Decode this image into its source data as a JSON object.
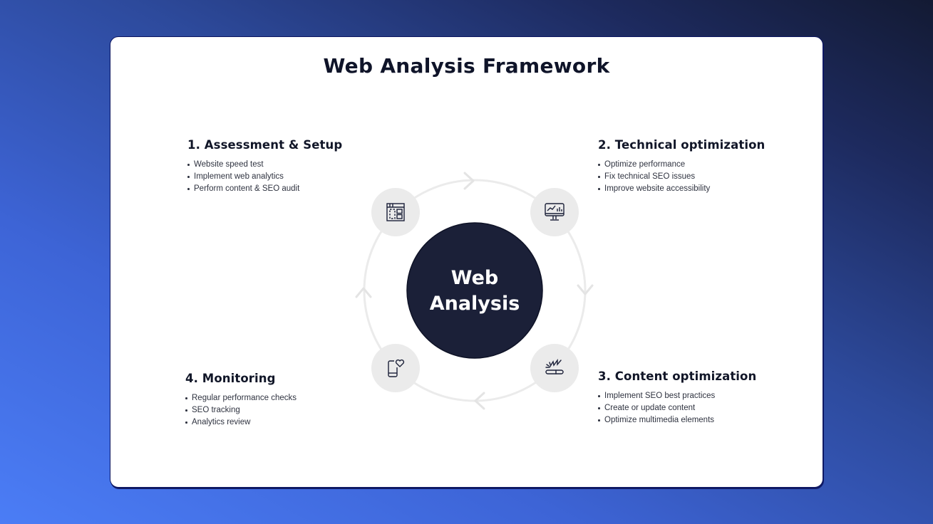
{
  "title": "Web Analysis Framework",
  "center": {
    "line1": "Web",
    "line2": "Analysis",
    "color": "#1b2038"
  },
  "colors": {
    "ring": "#ebebeb",
    "icon_bg": "#ebebeb",
    "icon_stroke": "#1b2038",
    "text_dark": "#111628",
    "bg_gradient_start": "#4b7df6",
    "bg_gradient_end": "#131a33"
  },
  "sections": [
    {
      "heading": "1. Assessment & Setup",
      "icon": "layout-grid-icon",
      "items": [
        "Website speed test",
        "Implement web analytics",
        "Perform content & SEO audit"
      ]
    },
    {
      "heading": "2. Technical optimization",
      "icon": "monitor-chart-icon",
      "items": [
        "Optimize performance",
        "Fix technical SEO issues",
        "Improve website accessibility"
      ]
    },
    {
      "heading": "3. Content optimization",
      "icon": "pen-writing-icon",
      "items": [
        "Implement SEO best practices",
        "Create or update content",
        "Optimize multimedia elements"
      ]
    },
    {
      "heading": "4. Monitoring",
      "icon": "phone-heart-icon",
      "items": [
        "Regular performance checks",
        "SEO tracking",
        "Analytics review"
      ]
    }
  ]
}
